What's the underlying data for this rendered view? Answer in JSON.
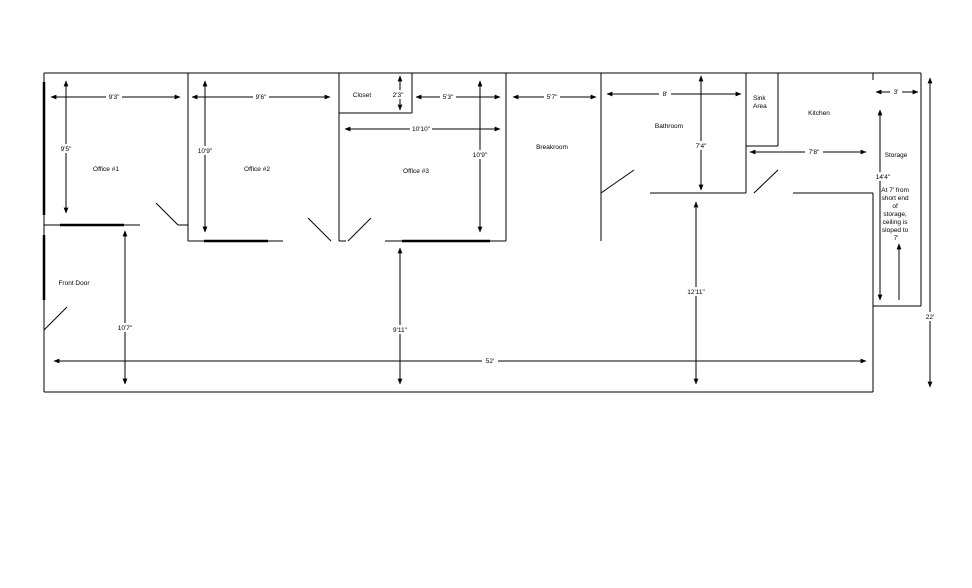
{
  "rooms": {
    "office1": "Office #1",
    "office2": "Office #2",
    "office3": "Office #3",
    "closet": "Closet",
    "breakroom": "Breakroom",
    "bathroom": "Bathroom",
    "sink_area_line1": "Sink",
    "sink_area_line2": "Area",
    "kitchen": "Kitchen",
    "storage": "Storage",
    "front_door": "Front Door"
  },
  "dimensions": {
    "office1_width": "9'3\"",
    "office1_depth": "9'5\"",
    "office2_width": "9'6\"",
    "office2_depth": "10'9\"",
    "closet_depth": "2'3\"",
    "office3_upper_width": "5'3\"",
    "office3_width": "10'10\"",
    "office3_depth": "10'9\"",
    "breakroom_width": "5'7\"",
    "bathroom_width": "8'",
    "bathroom_depth": "7'4\"",
    "kitchen_width": "7'8\"",
    "storage_width": "3'",
    "storage_depth": "14'4\"",
    "front_depth": "10'7\"",
    "hall_depth_mid": "9'11\"",
    "hall_depth_right": "12'11\"",
    "total_length": "52'",
    "total_depth": "22'"
  },
  "notes": {
    "storage_note": [
      "At 7' from",
      "short end",
      "of",
      "storage,",
      "ceiling is",
      "sloped to",
      "7'"
    ]
  }
}
